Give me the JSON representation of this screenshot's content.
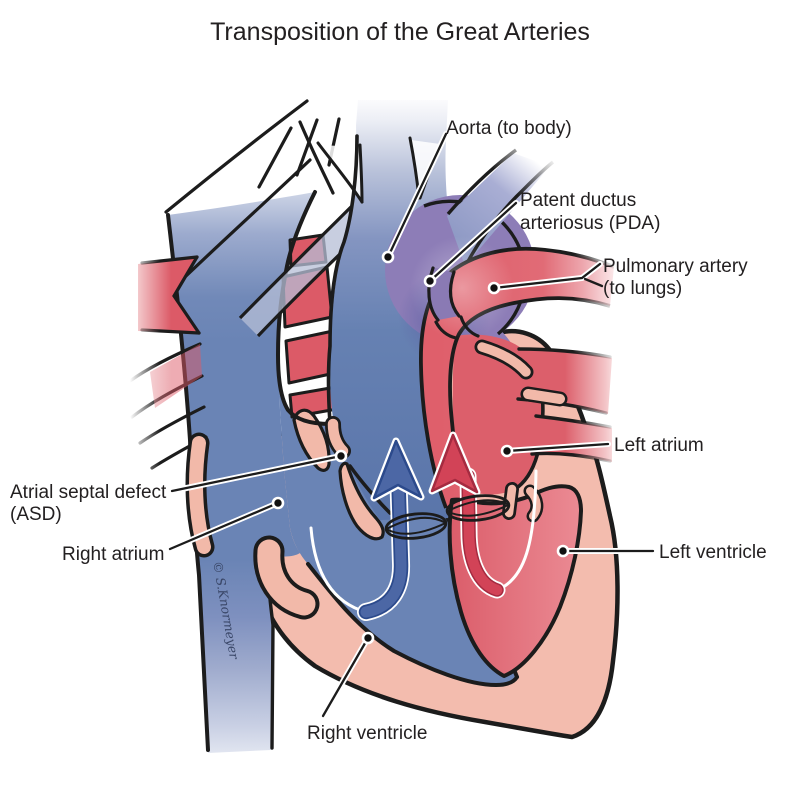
{
  "title": "Transposition of the Great Arteries",
  "labels": {
    "aorta": {
      "text": "Aorta (to body)"
    },
    "pda": {
      "line1": "Patent ductus",
      "line2": "arteriosus (PDA)"
    },
    "pulmonary_artery": {
      "line1": "Pulmonary artery",
      "line2": "(to lungs)"
    },
    "left_atrium": {
      "text": "Left atrium"
    },
    "left_ventricle": {
      "text": "Left ventricle"
    },
    "asd": {
      "line1": "Atrial septal defect",
      "line2": "(ASD)"
    },
    "right_atrium": {
      "text": "Right atrium"
    },
    "right_ventricle": {
      "text": "Right ventricle"
    }
  },
  "signature": "© S.Knormeyer",
  "palette": {
    "deoxygenated_blue": "#6a84b5",
    "oxygenated_red": "#df5f6b",
    "heart_wall_pink": "#f2b9a9",
    "pda_purple": "#8d7db7",
    "outline_black": "#1c1c1c"
  }
}
